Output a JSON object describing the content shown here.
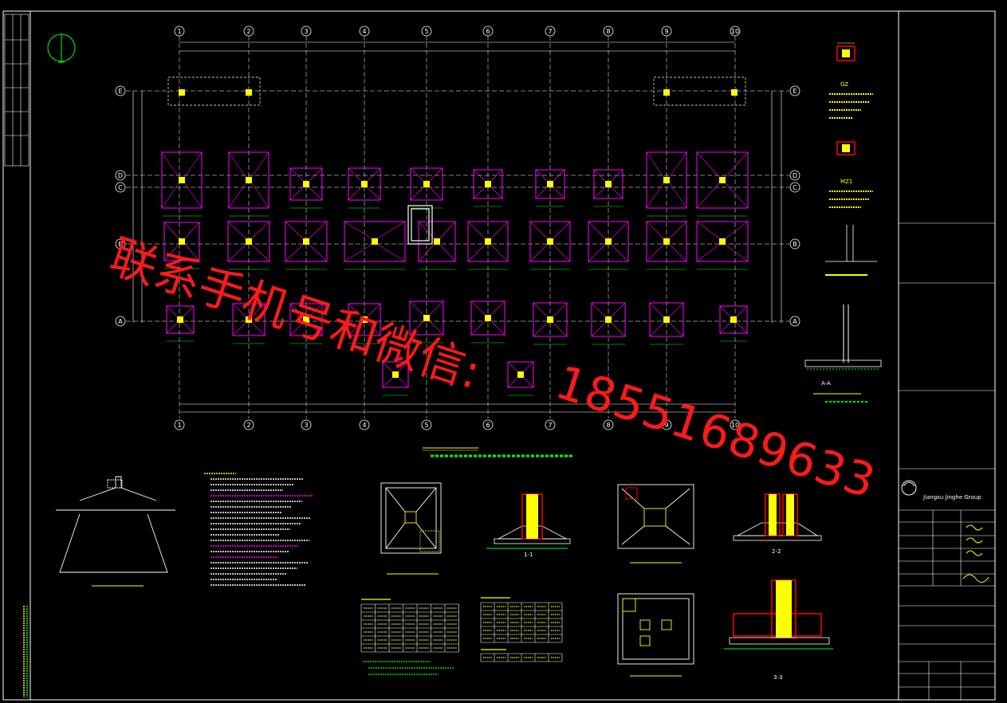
{
  "colors": {
    "background": "#000000",
    "line": "#ffffff",
    "footing": "#ff00ff",
    "column": "#ffff00",
    "dimension": "#00ff00",
    "grid_axis": "#ffffff",
    "watermark": "#ff1a1a"
  },
  "axes": {
    "columns": [
      "1",
      "2",
      "3",
      "4",
      "5",
      "6",
      "7",
      "8",
      "9",
      "10"
    ],
    "rows": [
      "E",
      "D",
      "C",
      "B",
      "A"
    ]
  },
  "watermark": {
    "line1": "联系手机号和微信:",
    "line2": "18551689633"
  },
  "section_labels": {
    "s11": "1-1",
    "s22": "2-2",
    "s33": "3-3",
    "saa": "A-A"
  },
  "right_details": {
    "gz_title": "GZ",
    "mz1_title": "MZ1"
  },
  "title_block": {
    "company_en": "Jiangsu Jinghe Group"
  },
  "icons": [
    "north-arrow-icon",
    "company-logo-icon"
  ]
}
